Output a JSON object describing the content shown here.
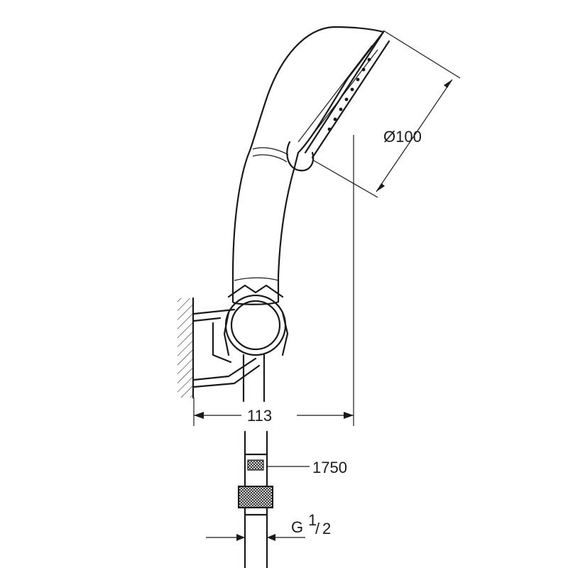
{
  "dimensions": {
    "diameter": "Ø100",
    "width": "113",
    "hose_length": "1750",
    "thread_main": "G",
    "thread_num": "1",
    "thread_den": "2"
  },
  "colors": {
    "line": "#1a1a1a",
    "background": "#ffffff"
  }
}
